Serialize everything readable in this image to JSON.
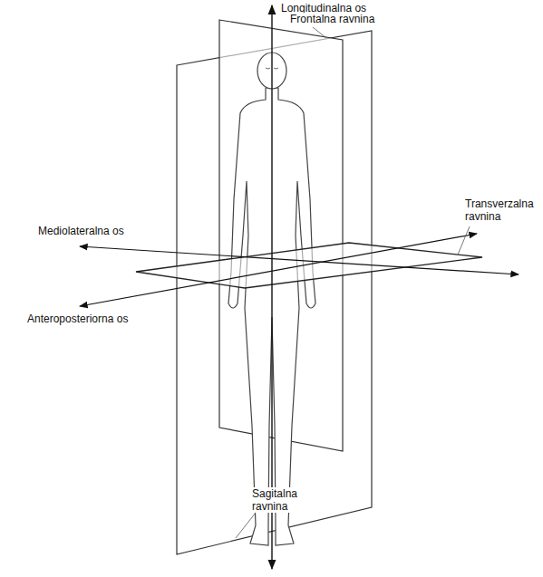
{
  "diagram": {
    "labels": [
      "Longitudinalna os",
      "Frontalna ravnina",
      "Mediolateralna os",
      "Transverzalna ravnina",
      "Anteroposteriorna os",
      "Sagitalna ravnina"
    ]
  }
}
